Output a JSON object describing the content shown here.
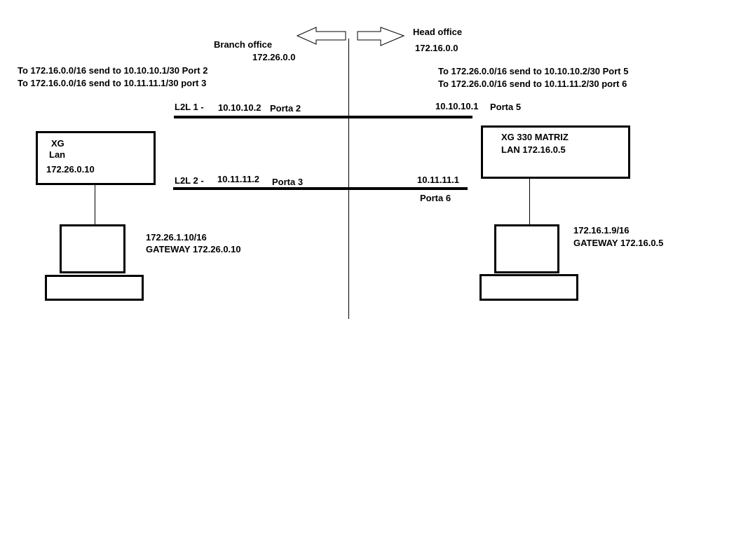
{
  "branch": {
    "heading": "Branch office",
    "network": "172.26.0.0",
    "routes": [
      "To 172.16.0.0/16 send to 10.10.10.1/30 Port 2",
      "To 172.16.0.0/16 send to 10.11.11.1/30 port 3"
    ],
    "firewall": {
      "name": "XG",
      "lan_label": "Lan",
      "ip": "172.26.0.10"
    },
    "pc": {
      "ip": "172.26.1.10/16",
      "gateway": "GATEWAY 172.26.0.10"
    }
  },
  "head": {
    "heading": "Head office",
    "network": "172.16.0.0",
    "routes": [
      "To 172.26.0.0/16 send to 10.10.10.2/30 Port 5",
      "To 172.26.0.0/16 send to 10.11.11.2/30 port 6"
    ],
    "firewall": {
      "name": "XG 330 MATRIZ",
      "lan": "LAN 172.16.0.5"
    },
    "pc": {
      "ip": "172.16.1.9/16",
      "gateway": "GATEWAY 172.16.0.5"
    }
  },
  "links": [
    {
      "label": "L2L 1 -",
      "branch_ip": "10.10.10.2",
      "branch_port": "Porta 2",
      "head_ip": "10.10.10.1",
      "head_port": "Porta 5"
    },
    {
      "label": "L2L 2 -",
      "branch_ip": "10.11.11.2",
      "branch_port": "Porta 3",
      "head_ip": "10.11.11.1",
      "head_port": "Porta 6"
    }
  ]
}
